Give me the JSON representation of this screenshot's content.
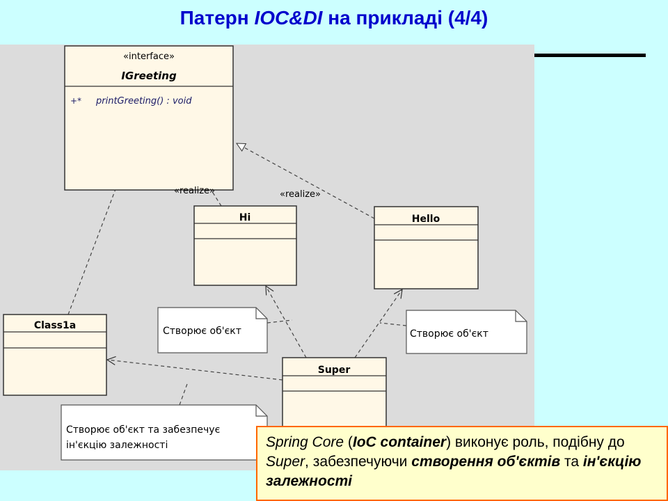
{
  "title": {
    "prefix": "Патерн ",
    "emph": "IOC&DI",
    "suffix": " на прикладі  (4/4)"
  },
  "diagram": {
    "igreeting": {
      "stereotype": "«interface»",
      "name": "IGreeting",
      "op_visibility": "+*",
      "op_signature": "printGreeting() : void"
    },
    "hi": {
      "name": "Hi"
    },
    "hello": {
      "name": "Hello"
    },
    "class1a": {
      "name": "Class1a"
    },
    "super": {
      "name": "Super"
    },
    "realize_left": "«realize»",
    "realize_right": "«realize»",
    "note_hi": "Створює об'єкт",
    "note_hello": "Створює об'єкт",
    "note_class1a_line1": "Створює об'єкт та забезпечує",
    "note_class1a_line2": "ін'єкцію залежності"
  },
  "callout": {
    "p1": "Spring Core",
    "p2": " (",
    "p3": "IoC container",
    "p4": ") виконує роль, подібну до ",
    "p5": "Super",
    "p6": ", забезпечуючи ",
    "p7": "створення об'єктів",
    "p8": " та ",
    "p9": "ін'єкцію залежності"
  },
  "colors": {
    "background": "#ccffff",
    "title": "#0000cc",
    "class_fill": "#fff8e7",
    "note_fill": "#ffffff",
    "callout_fill": "#ffffcc",
    "callout_border": "#ff6600"
  }
}
